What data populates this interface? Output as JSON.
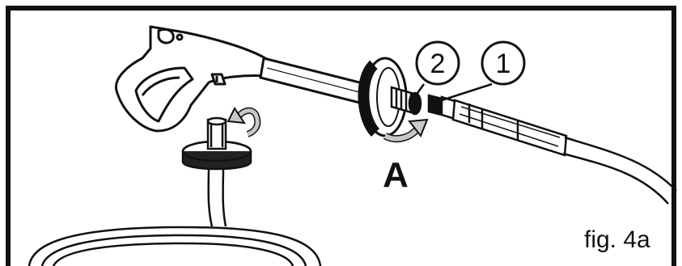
{
  "callouts": [
    {
      "id": "callout-1",
      "label": "1"
    },
    {
      "id": "callout-2",
      "label": "2"
    }
  ],
  "section_letter": "A",
  "figure_label": "fig. 4a",
  "colors": {
    "line": "#111111",
    "background": "#ffffff",
    "shade": "#c8c8c8"
  }
}
